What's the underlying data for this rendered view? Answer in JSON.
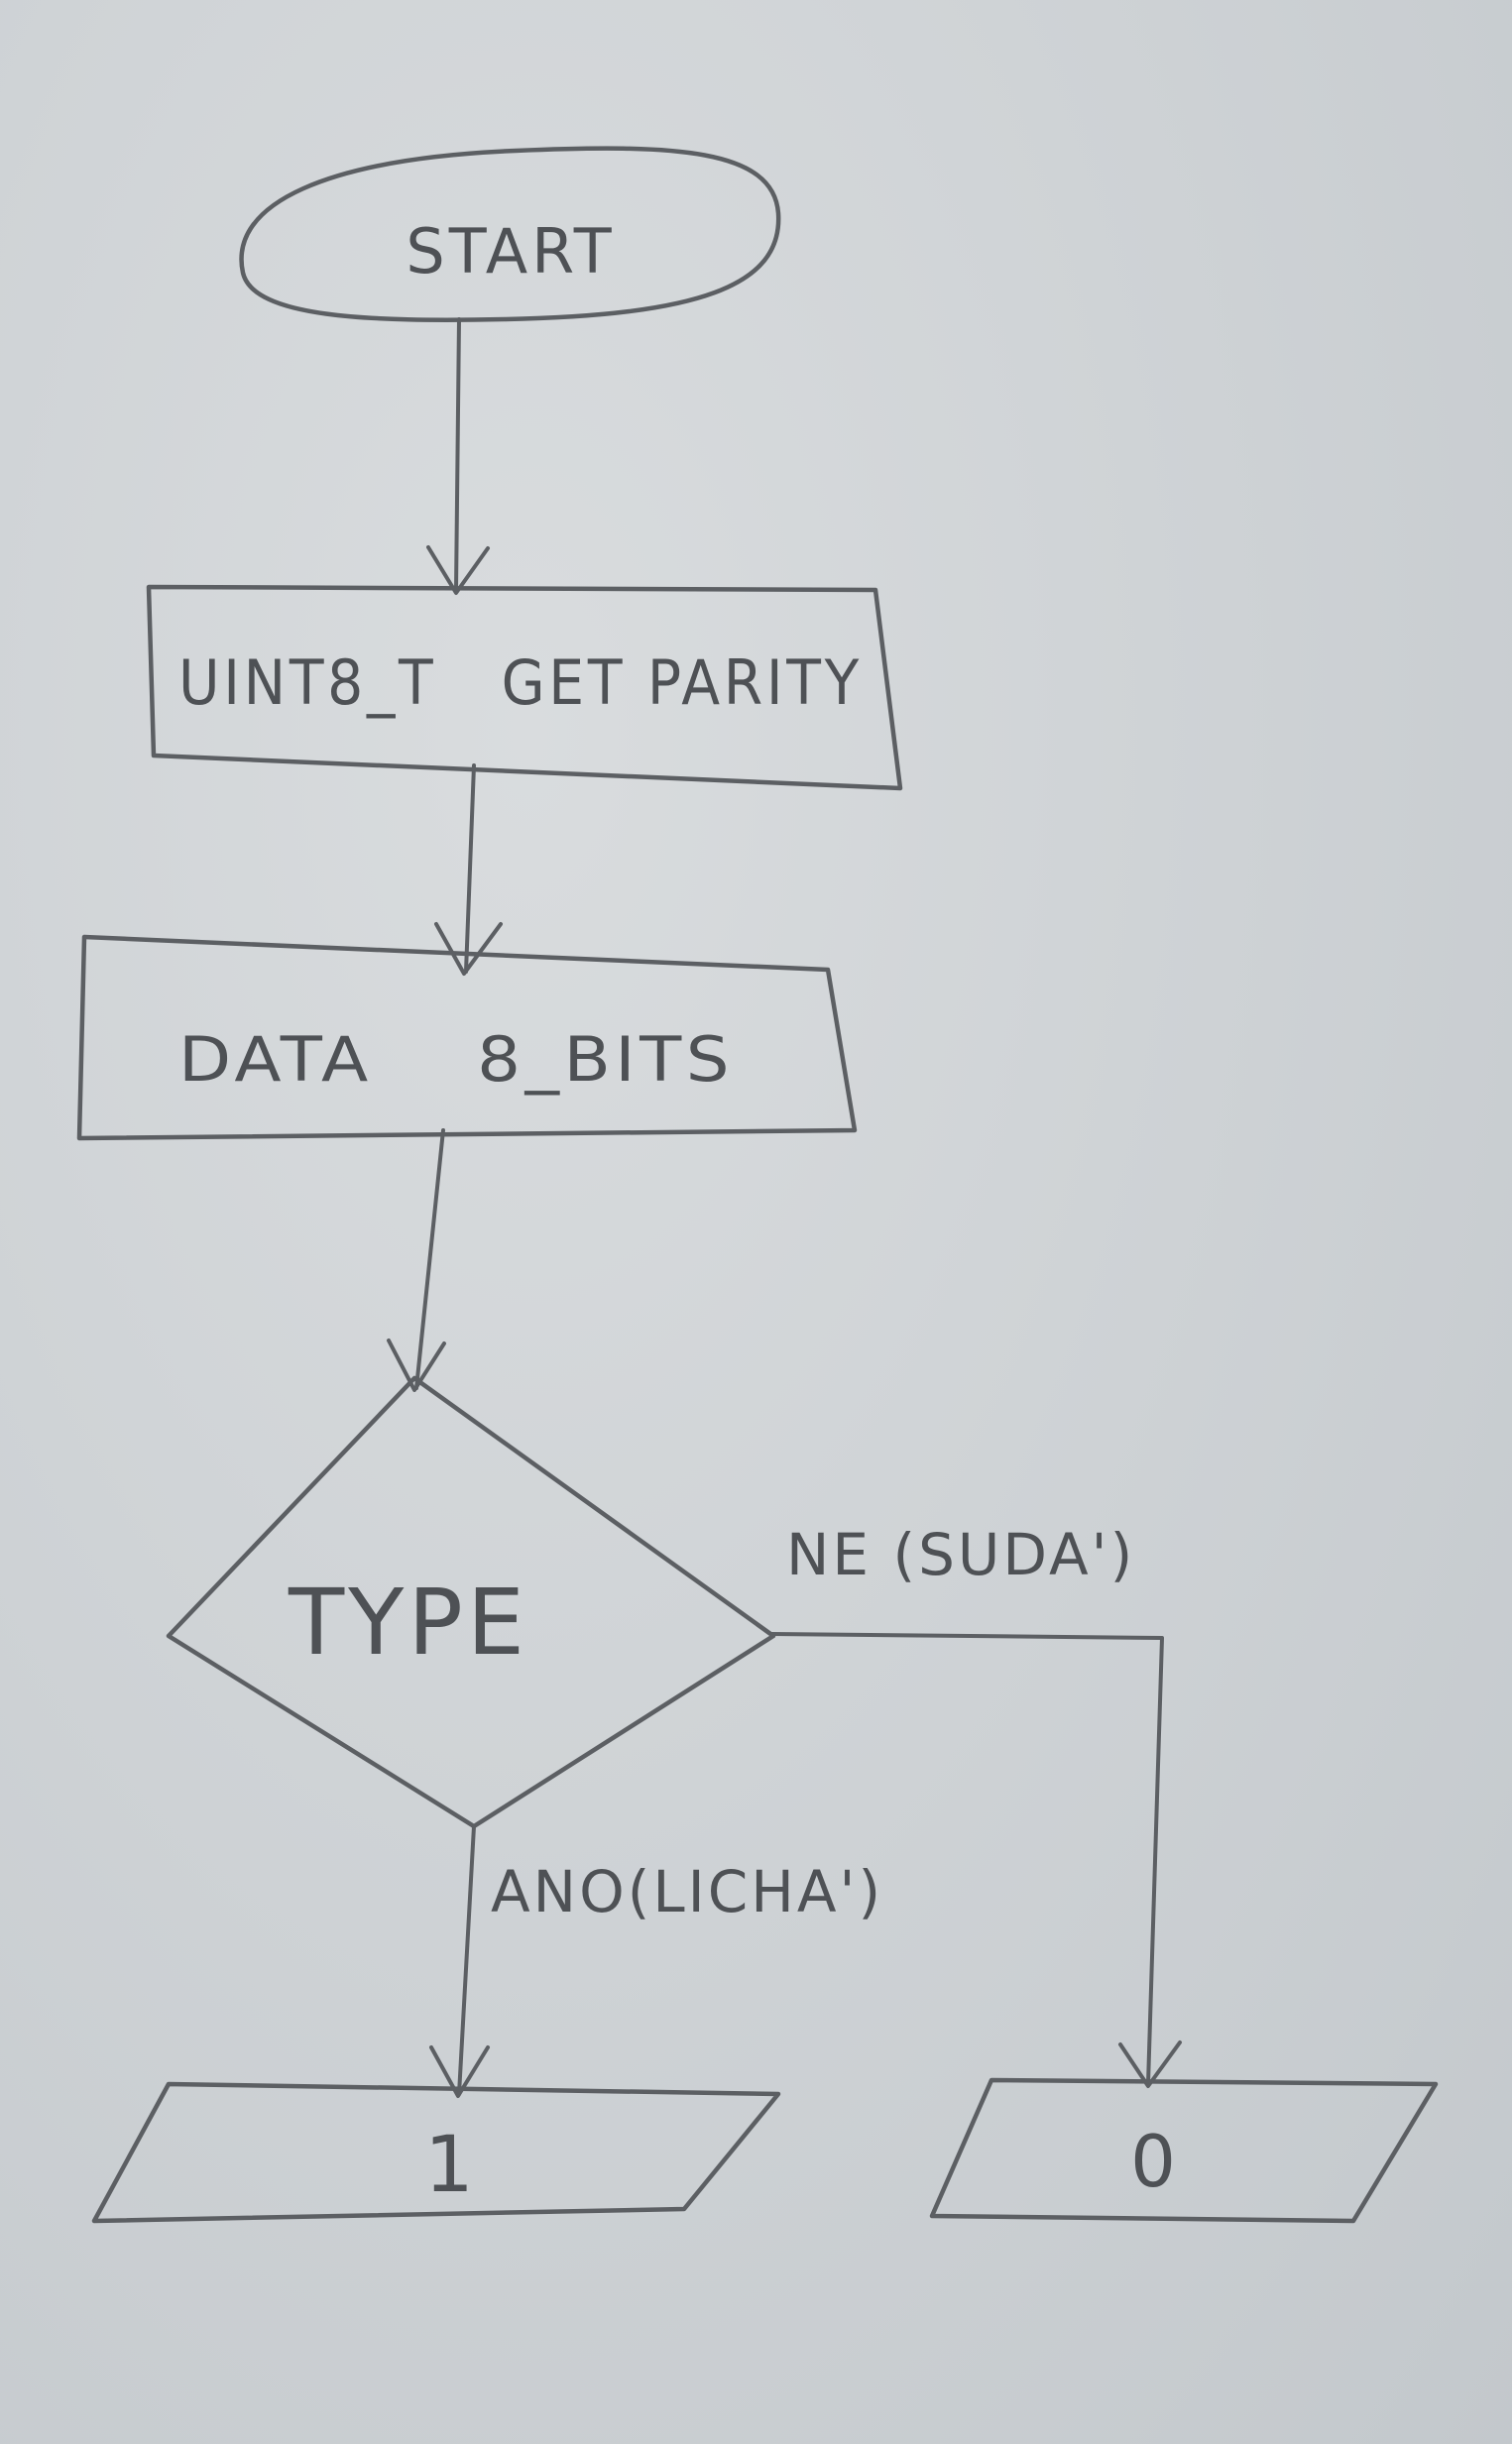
{
  "nodes": {
    "start": {
      "label": "START"
    },
    "function": {
      "label": "UINT8_T   GET PARITY"
    },
    "input": {
      "label": "DATA    8_BITS"
    },
    "decision": {
      "label": "TYPE"
    },
    "output_yes": {
      "label": "1"
    },
    "output_no": {
      "label": "0"
    }
  },
  "edges": {
    "no_branch": {
      "label": "NE (SUDA')"
    },
    "yes_branch": {
      "label": "ANO(LICHA')"
    }
  }
}
